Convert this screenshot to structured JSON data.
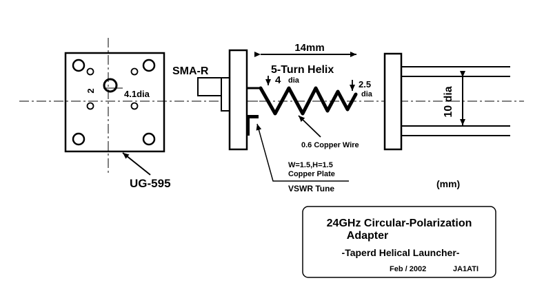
{
  "flange": {
    "dim_center": "2",
    "dim_hole": "4.1dia",
    "label": "UG-595"
  },
  "connector": {
    "label": "SMA-R"
  },
  "helix": {
    "length": "14mm",
    "title": "5-Turn  Helix",
    "start_dia_value": "4",
    "start_dia_unit": "dia",
    "end_dia_value": "2.5",
    "end_dia_unit": "dia",
    "wire": "0.6  Copper  Wire"
  },
  "plate": {
    "dims": "W=1.5,H=1.5",
    "material": "Copper    Plate",
    "purpose": "VSWR  Tune"
  },
  "waveguide": {
    "dia": "10 dia"
  },
  "units": "(mm)",
  "titlebox": {
    "line1": "24GHz Circular-Polarization",
    "line2": "Adapter",
    "line3": "-Taperd  Helical  Launcher-",
    "date": "Feb  /  2002",
    "author": "JA1ATI"
  },
  "colors": {
    "ink": "#000000",
    "background": "#ffffff"
  }
}
